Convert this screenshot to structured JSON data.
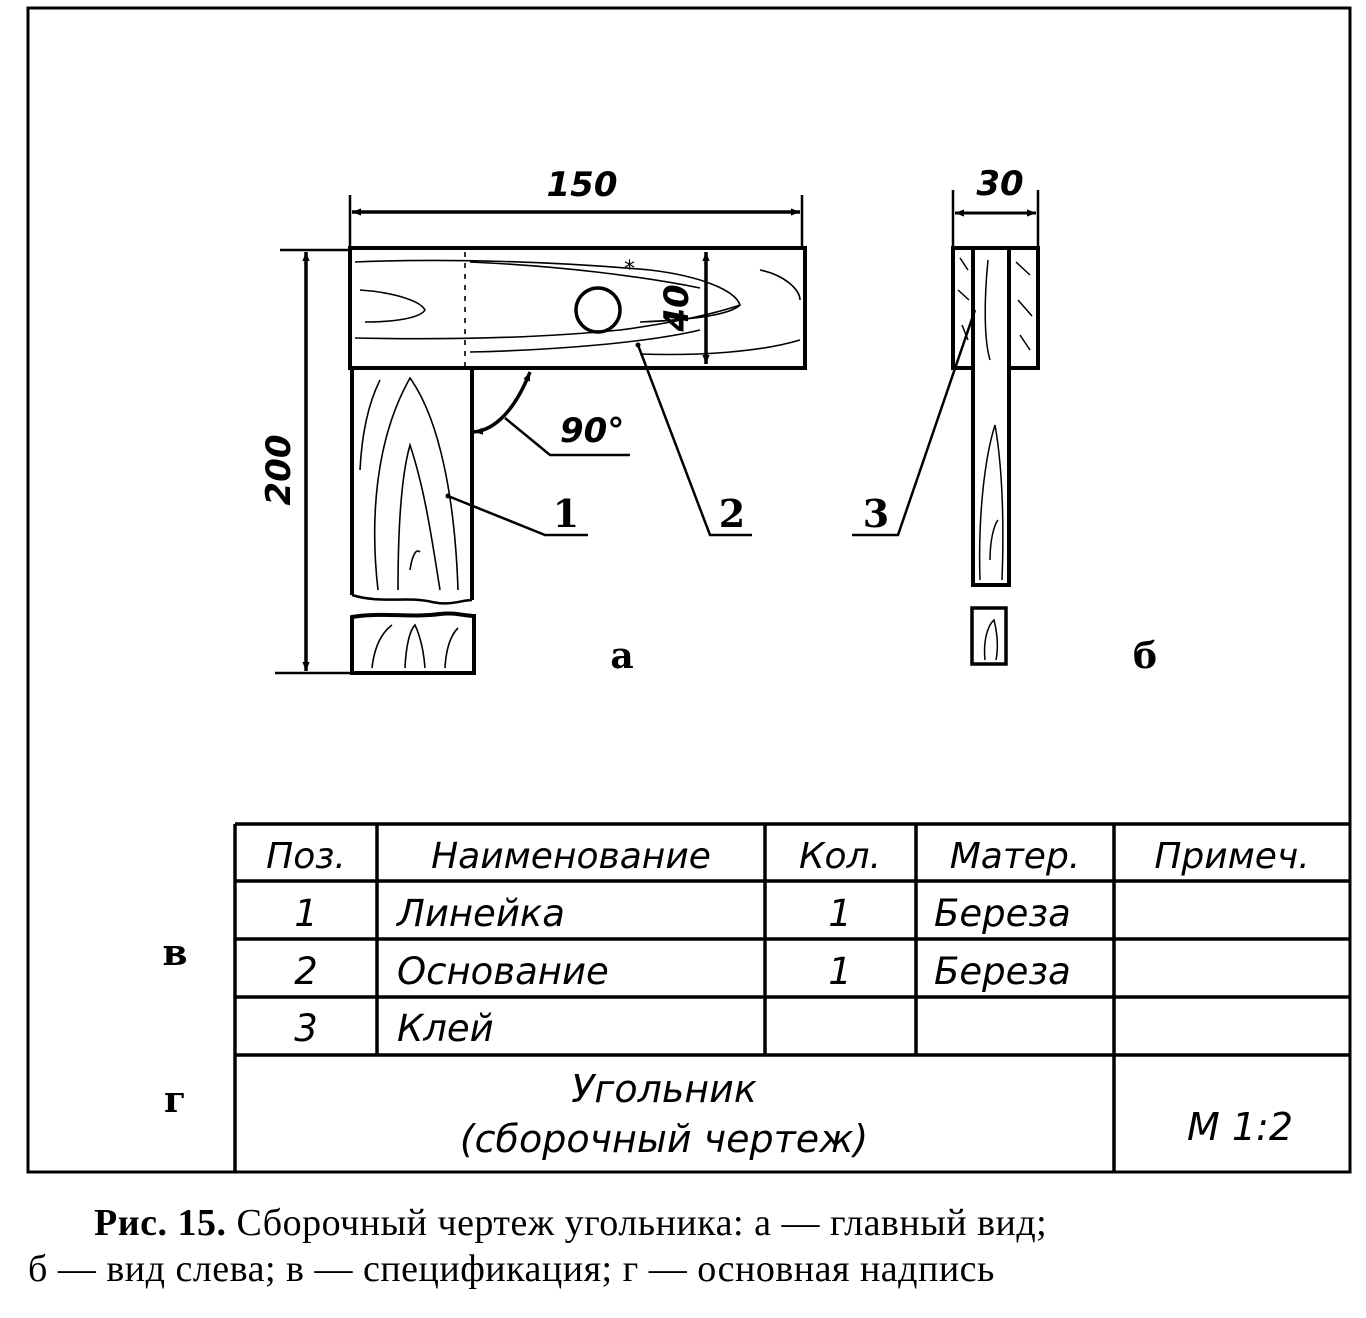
{
  "dimensions": {
    "width": "150",
    "height": "200",
    "thickness": "40",
    "side": "30",
    "angle": "90°"
  },
  "leaders": [
    "1",
    "2",
    "3"
  ],
  "view_labels": {
    "main": "а",
    "side": "б",
    "spec": "в",
    "title": "г"
  },
  "spec_table": {
    "headers": [
      "Поз.",
      "Наименование",
      "Кол.",
      "Матер.",
      "Примеч."
    ],
    "rows": [
      [
        "1",
        "Линейка",
        "1",
        "Береза",
        ""
      ],
      [
        "2",
        "Основание",
        "1",
        "Береза",
        ""
      ],
      [
        "3",
        "Клей",
        "",
        "",
        ""
      ]
    ]
  },
  "title_block": {
    "line1": "Угольник",
    "line2": "(сборочный чертеж)",
    "scale": "М 1:2"
  },
  "caption": {
    "label": "Рис. 15.",
    "line1": "Сборочный чертеж угольника: а — главный вид;",
    "line2": "б — вид слева; в — спецификация; г — основная надпись"
  }
}
